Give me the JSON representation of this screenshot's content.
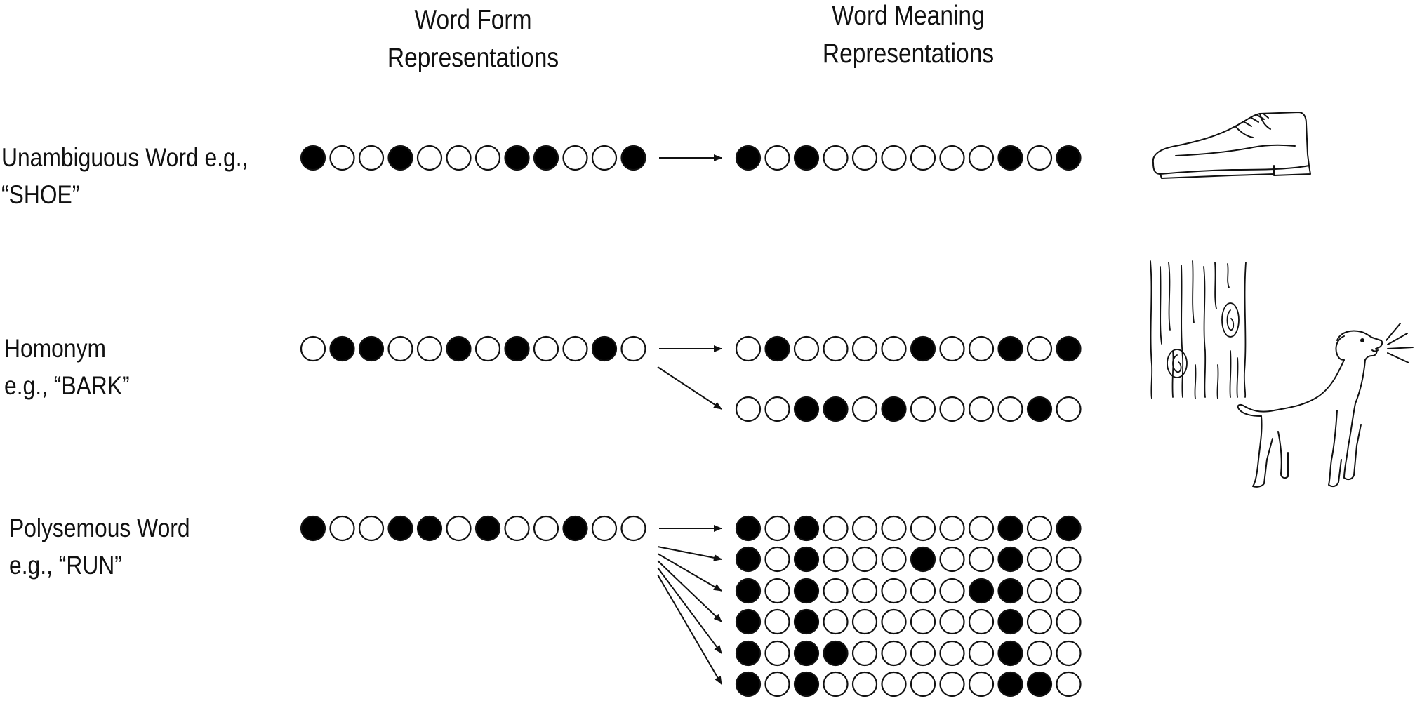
{
  "headers": {
    "form": [
      "Word Form",
      "Representations"
    ],
    "meaning": [
      "Word Meaning",
      "Representations"
    ]
  },
  "rows": [
    {
      "label": [
        "Unambiguous Word e.g.,",
        "“SHOE”"
      ],
      "form": [
        1,
        0,
        0,
        1,
        0,
        0,
        0,
        1,
        1,
        0,
        0,
        1
      ],
      "meanings": [
        [
          1,
          0,
          1,
          0,
          0,
          0,
          0,
          0,
          0,
          1,
          0,
          1
        ]
      ],
      "picture": "shoe-illustration"
    },
    {
      "label": [
        "Homonym",
        "e.g., “BARK”"
      ],
      "form": [
        0,
        1,
        1,
        0,
        0,
        1,
        0,
        1,
        0,
        0,
        1,
        0
      ],
      "meanings": [
        [
          0,
          1,
          0,
          0,
          0,
          0,
          1,
          0,
          0,
          1,
          0,
          1
        ],
        [
          0,
          0,
          1,
          1,
          0,
          1,
          0,
          0,
          0,
          0,
          1,
          0
        ]
      ],
      "picture": "tree-and-barking-dog-illustration"
    },
    {
      "label": [
        "Polysemous Word",
        "e.g., “RUN”"
      ],
      "form": [
        1,
        0,
        0,
        1,
        1,
        0,
        1,
        0,
        0,
        1,
        0,
        0
      ],
      "meanings": [
        [
          1,
          0,
          1,
          0,
          0,
          0,
          0,
          0,
          0,
          1,
          0,
          1
        ],
        [
          1,
          0,
          1,
          0,
          0,
          0,
          1,
          0,
          0,
          1,
          0,
          0
        ],
        [
          1,
          0,
          1,
          0,
          0,
          0,
          0,
          0,
          1,
          1,
          0,
          0
        ],
        [
          1,
          0,
          1,
          0,
          0,
          0,
          0,
          0,
          0,
          1,
          0,
          0
        ],
        [
          1,
          0,
          1,
          1,
          0,
          0,
          0,
          0,
          0,
          1,
          0,
          0
        ],
        [
          1,
          0,
          1,
          0,
          0,
          0,
          0,
          0,
          0,
          1,
          1,
          0
        ]
      ],
      "picture": ""
    }
  ],
  "colors": {
    "filled": "#000000",
    "empty": "#ffffff",
    "stroke": "#111111"
  }
}
